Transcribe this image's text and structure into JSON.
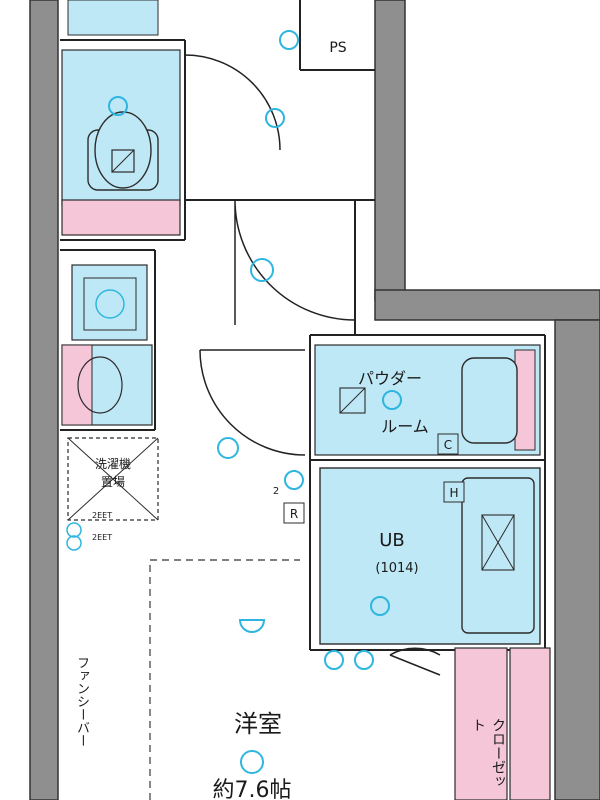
{
  "rooms": {
    "ps": "PS",
    "powder_room_line1": "パウダー",
    "powder_room_line2": "ルーム",
    "unit_bath": "UB",
    "unit_bath_size": "(1014)",
    "western_room": "洋室",
    "western_room_area": "約7.6帖",
    "washer_area_line1": "洗濯機",
    "washer_area_line2": "置場",
    "fan_label": "ファンシーバー",
    "closet": "クローゼット",
    "code_c": "C",
    "code_h": "H",
    "code_r": "R",
    "num_2": "2",
    "spec_1": "2EET",
    "spec_2": "2EET"
  },
  "watermark": "",
  "colors": {
    "wall": "#8f8f8f",
    "wall_edge": "#333333",
    "fixture_fill": "#bfe8f6",
    "fixture_stroke": "#2c2c2c",
    "accent_pink": "#f5c6d8",
    "symbol_cyan": "#2fb6e0",
    "door": "#222222"
  }
}
